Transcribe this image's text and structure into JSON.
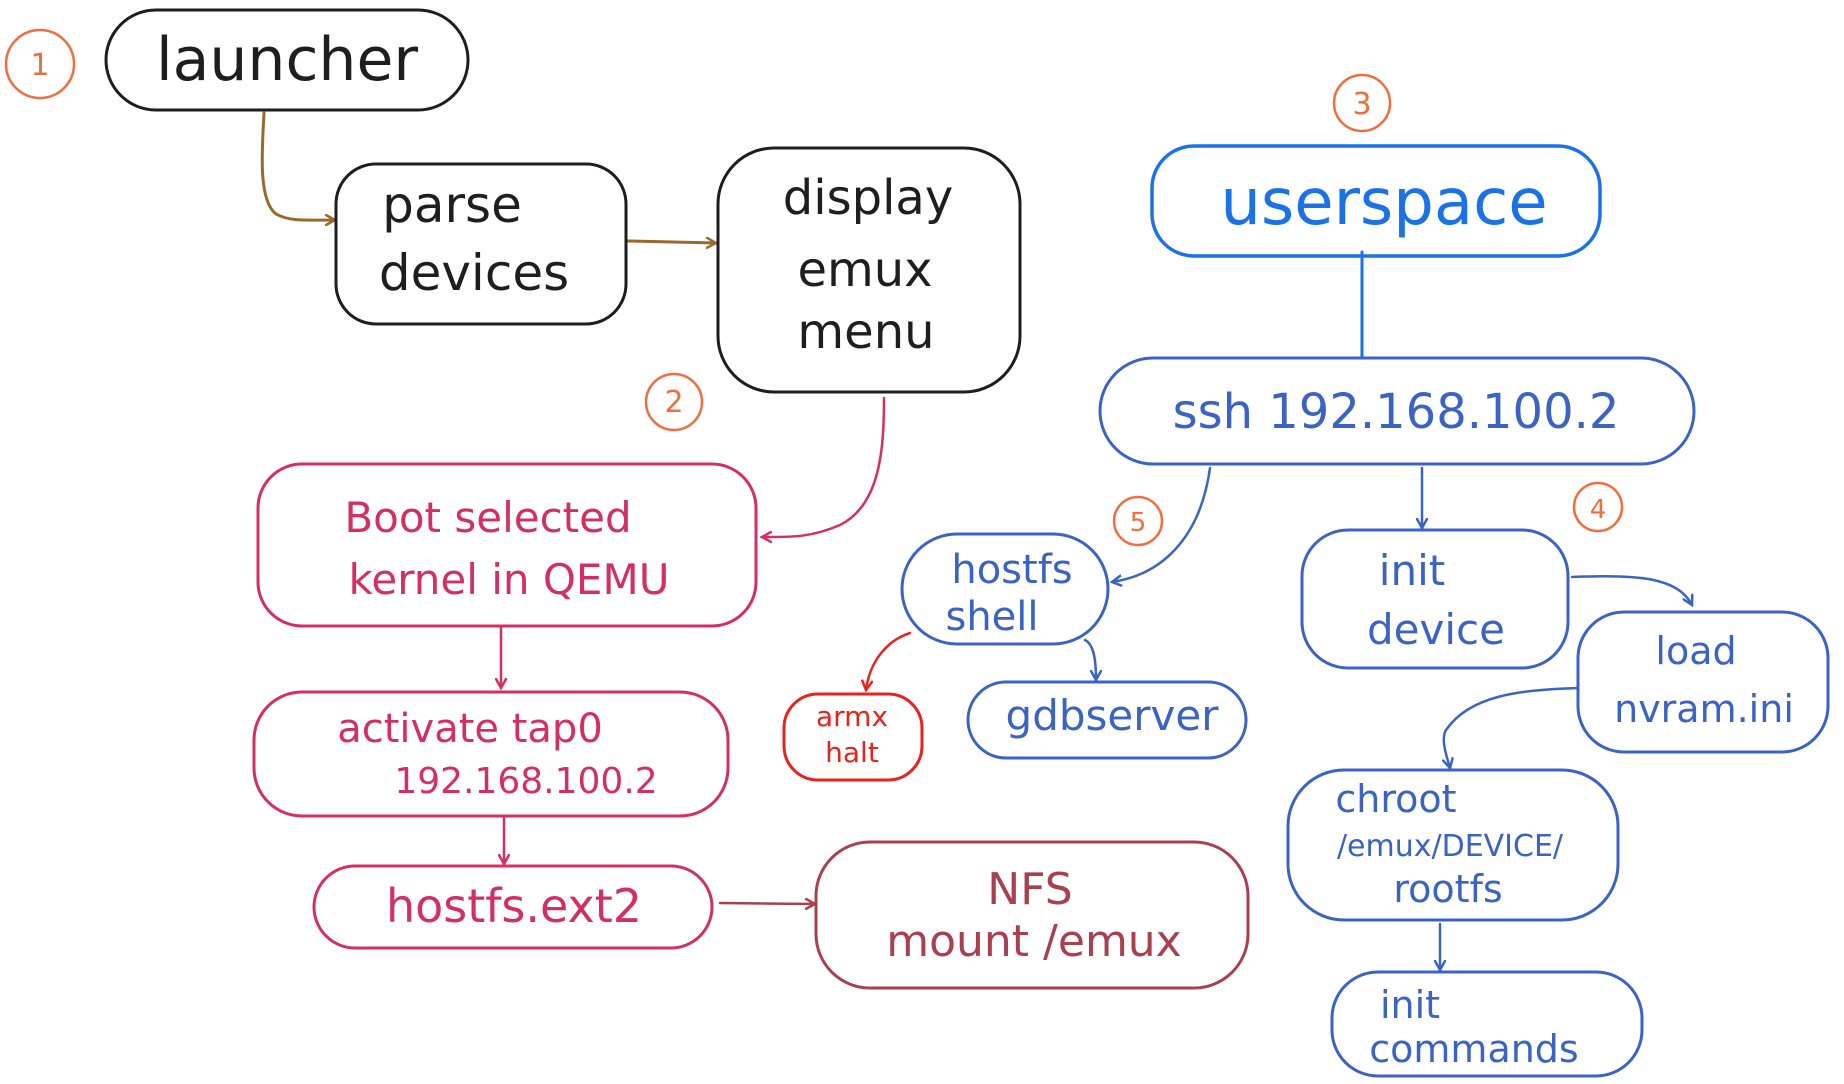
{
  "colors": {
    "black": "#1e1e1e",
    "brown": "#9a6a2a",
    "pink": "#d42f63",
    "rose": "#a8404f",
    "blue": "#1a72e6",
    "steel_blue": "#3a63c4",
    "red": "#e5241e",
    "number_circle": "#f26d3d"
  },
  "markers": {
    "step1": "1",
    "step2": "2",
    "step3": "3",
    "step4": "4",
    "step5": "5"
  },
  "nodes": {
    "launcher": {
      "text": "launcher"
    },
    "parse_devices": {
      "line1": "parse",
      "line2": "devices"
    },
    "display_menu": {
      "line1": "display",
      "line2": "emux",
      "line3": "menu"
    },
    "boot_kernel": {
      "line1": "Boot selected",
      "line2": "kernel in QEMU"
    },
    "activate_tap": {
      "line1": "activate tap0",
      "line2": "192.168.100.2"
    },
    "hostfs_ext2": {
      "text": "hostfs.ext2"
    },
    "nfs_mount": {
      "line1": "NFS",
      "line2": "mount /emux"
    },
    "userspace": {
      "text": "userspace"
    },
    "ssh": {
      "text": "ssh 192.168.100.2"
    },
    "hostfs_shell": {
      "line1": "hostfs",
      "line2": "shell"
    },
    "armx_halt": {
      "line1": "armx",
      "line2": "halt"
    },
    "gdbserver": {
      "text": "gdbserver"
    },
    "init_device": {
      "line1": "init",
      "line2": "device"
    },
    "load_nvram": {
      "line1": "load",
      "line2": "nvram.ini"
    },
    "chroot": {
      "line1": "chroot",
      "line2": "/emux/DEVICE/",
      "line3": "rootfs"
    },
    "init_commands": {
      "line1": "init",
      "line2": "commands"
    }
  }
}
